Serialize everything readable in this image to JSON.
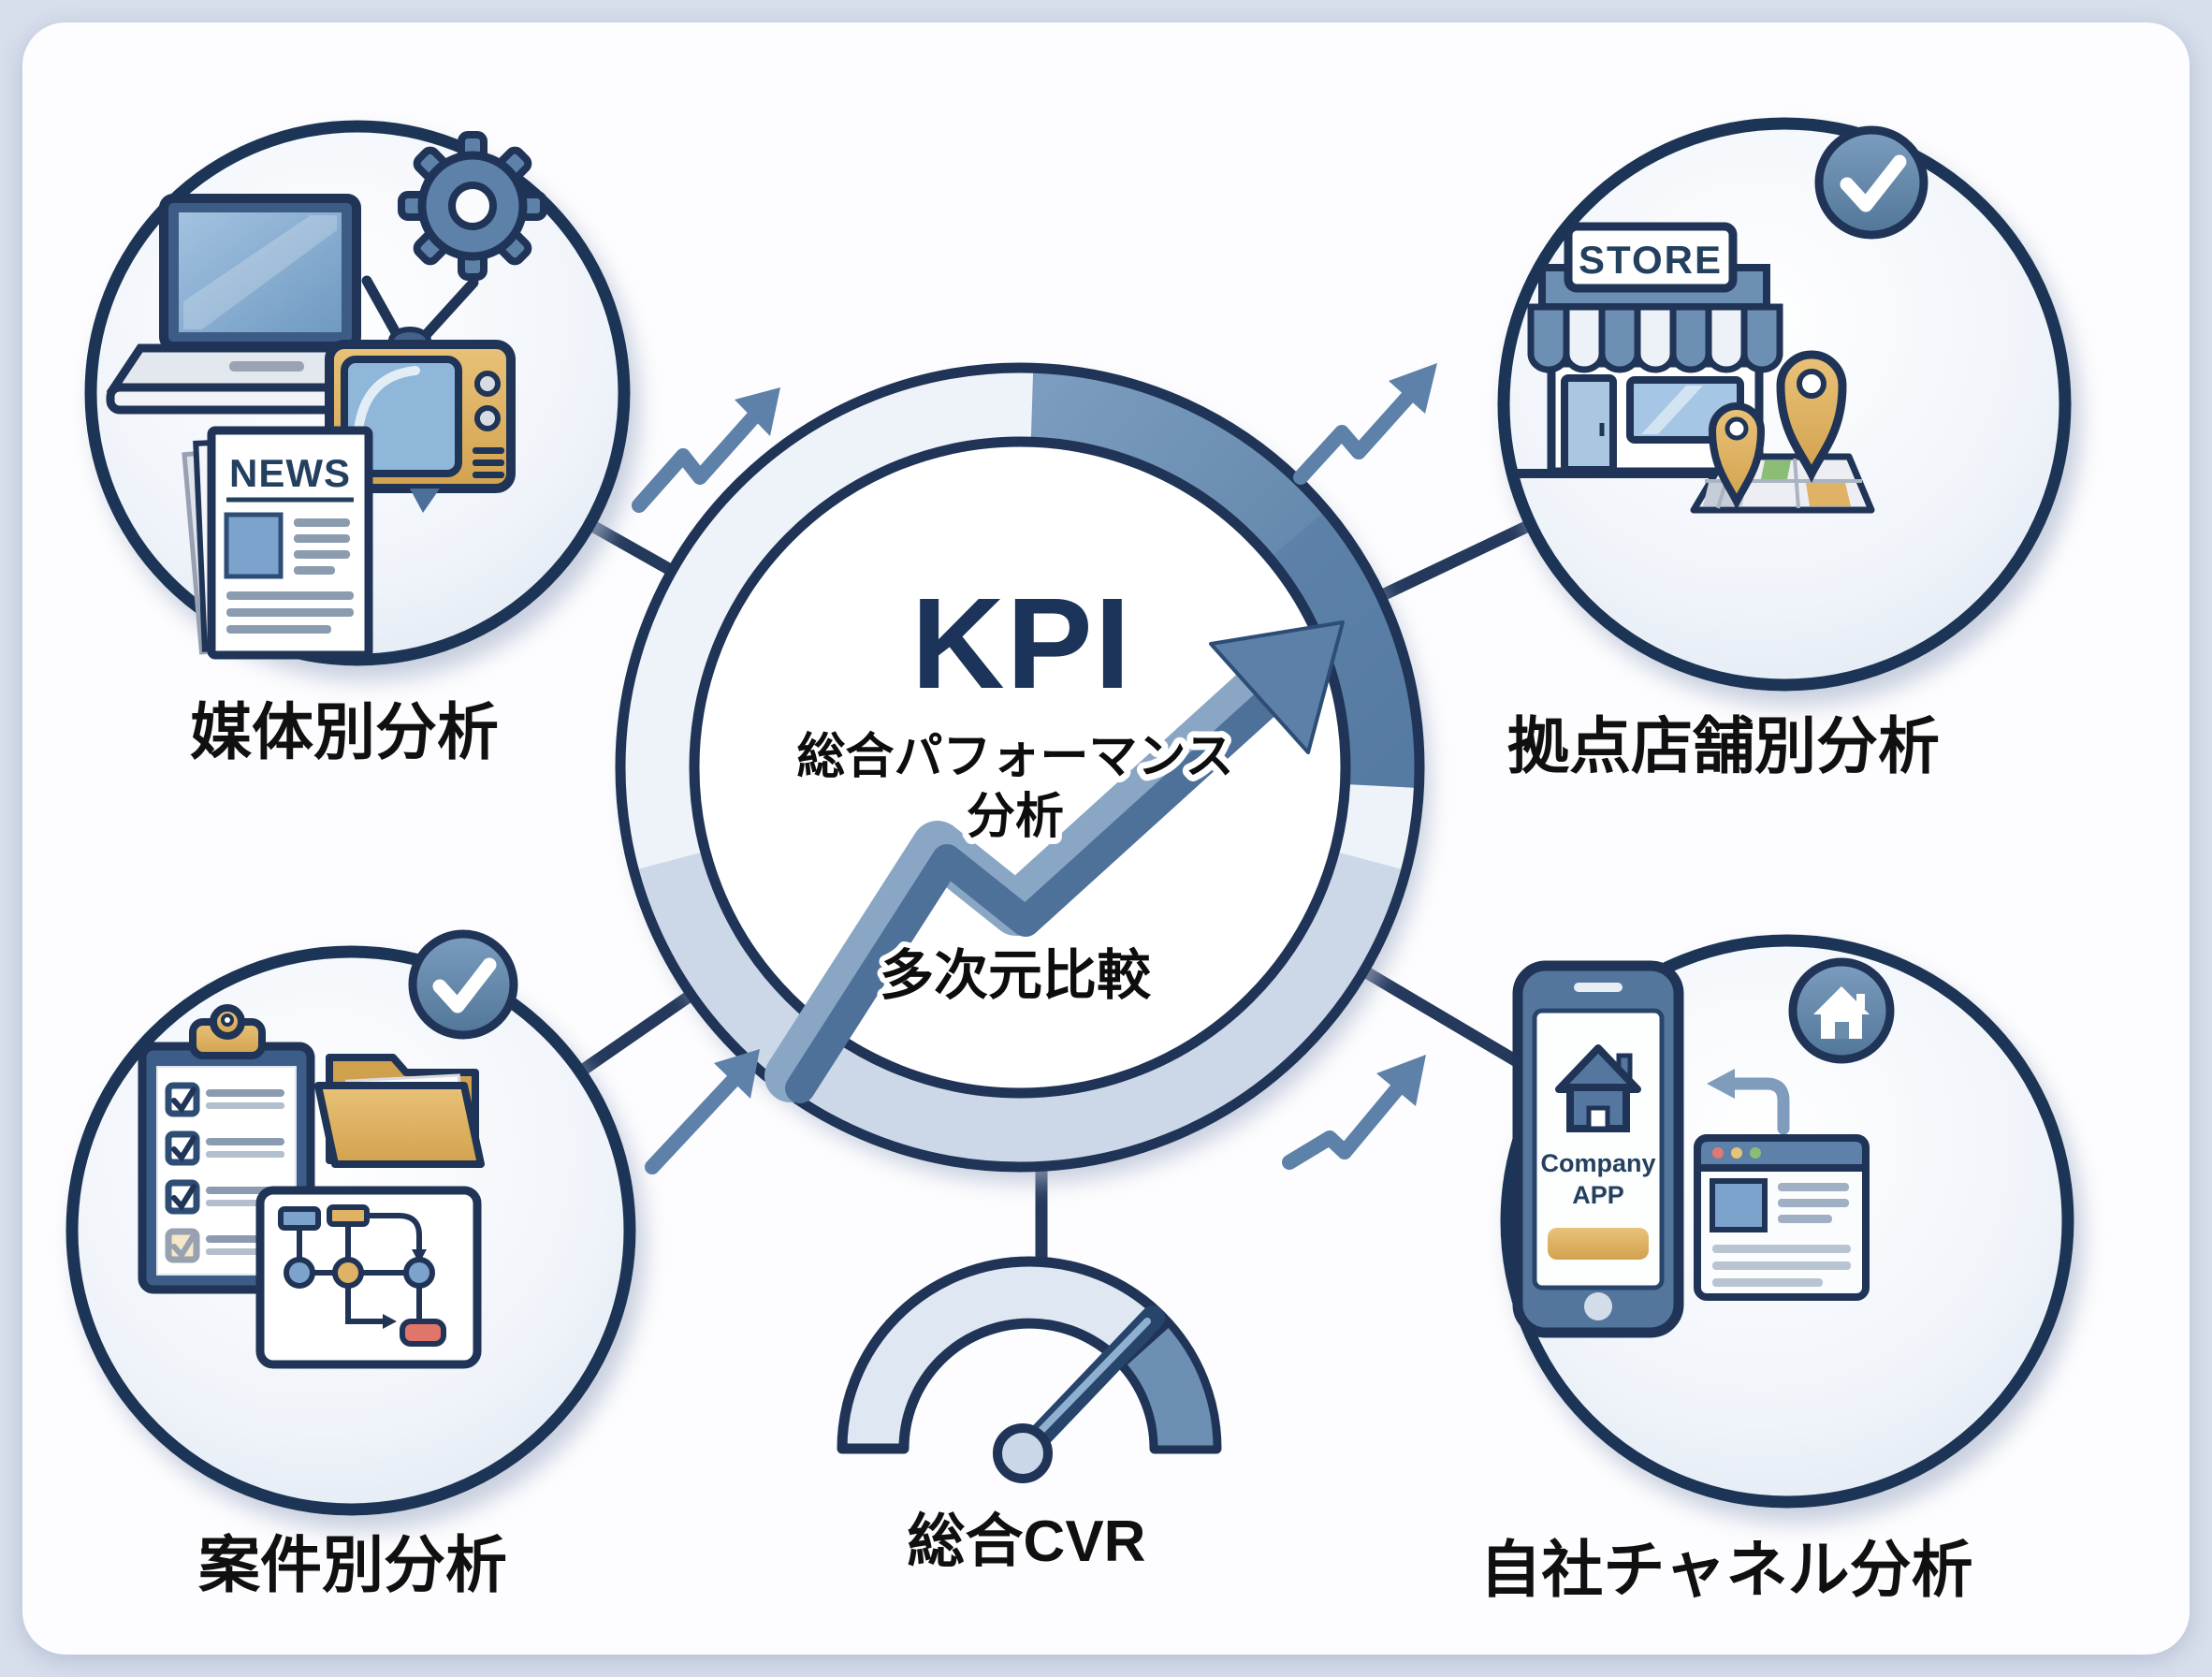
{
  "diagram": {
    "center": {
      "title": "KPI",
      "subtitle_line1": "総合パフォーマンス",
      "subtitle_line2": "分析",
      "comparison_label": "多次元比較"
    },
    "gauge": {
      "label": "総合CVR"
    },
    "nodes": [
      {
        "id": "media",
        "label": "媒体別分析",
        "newspaper_title": "NEWS",
        "icons": [
          "laptop-icon",
          "tv-icon",
          "newspaper-icon",
          "gear-icon",
          "trend-arrow-icon"
        ]
      },
      {
        "id": "store",
        "label": "拠点店舗別分析",
        "sign_text": "STORE",
        "icons": [
          "storefront-icon",
          "awning-icon",
          "map-icon",
          "map-pin-icon",
          "check-badge-icon",
          "trend-arrow-icon"
        ]
      },
      {
        "id": "project",
        "label": "案件別分析",
        "icons": [
          "clipboard-checklist-icon",
          "folder-icon",
          "flowchart-icon",
          "check-badge-icon",
          "trend-arrow-icon"
        ]
      },
      {
        "id": "own_channel",
        "label": "自社チャネル分析",
        "app_label_line1": "Company",
        "app_label_line2": "APP",
        "icons": [
          "smartphone-icon",
          "browser-window-icon",
          "return-arrow-icon",
          "home-badge-icon",
          "trend-arrow-icon"
        ]
      }
    ],
    "icon_glyphs": {
      "check": "✓",
      "home": "⌂",
      "gear": "⚙",
      "trend_arrow": "↗"
    },
    "colors": {
      "navy": "#1f3456",
      "steel_blue": "#5d81a8",
      "steel_light": "#7f9cbd",
      "ring_light": "#eef2f9",
      "ring_bottom": "#ccd8e8",
      "gold": "#dfb266",
      "red": "#e0756a",
      "green": "#8cbd74",
      "background": "#d7deec",
      "card": "#fdfdff",
      "label_text": "#101010"
    }
  }
}
